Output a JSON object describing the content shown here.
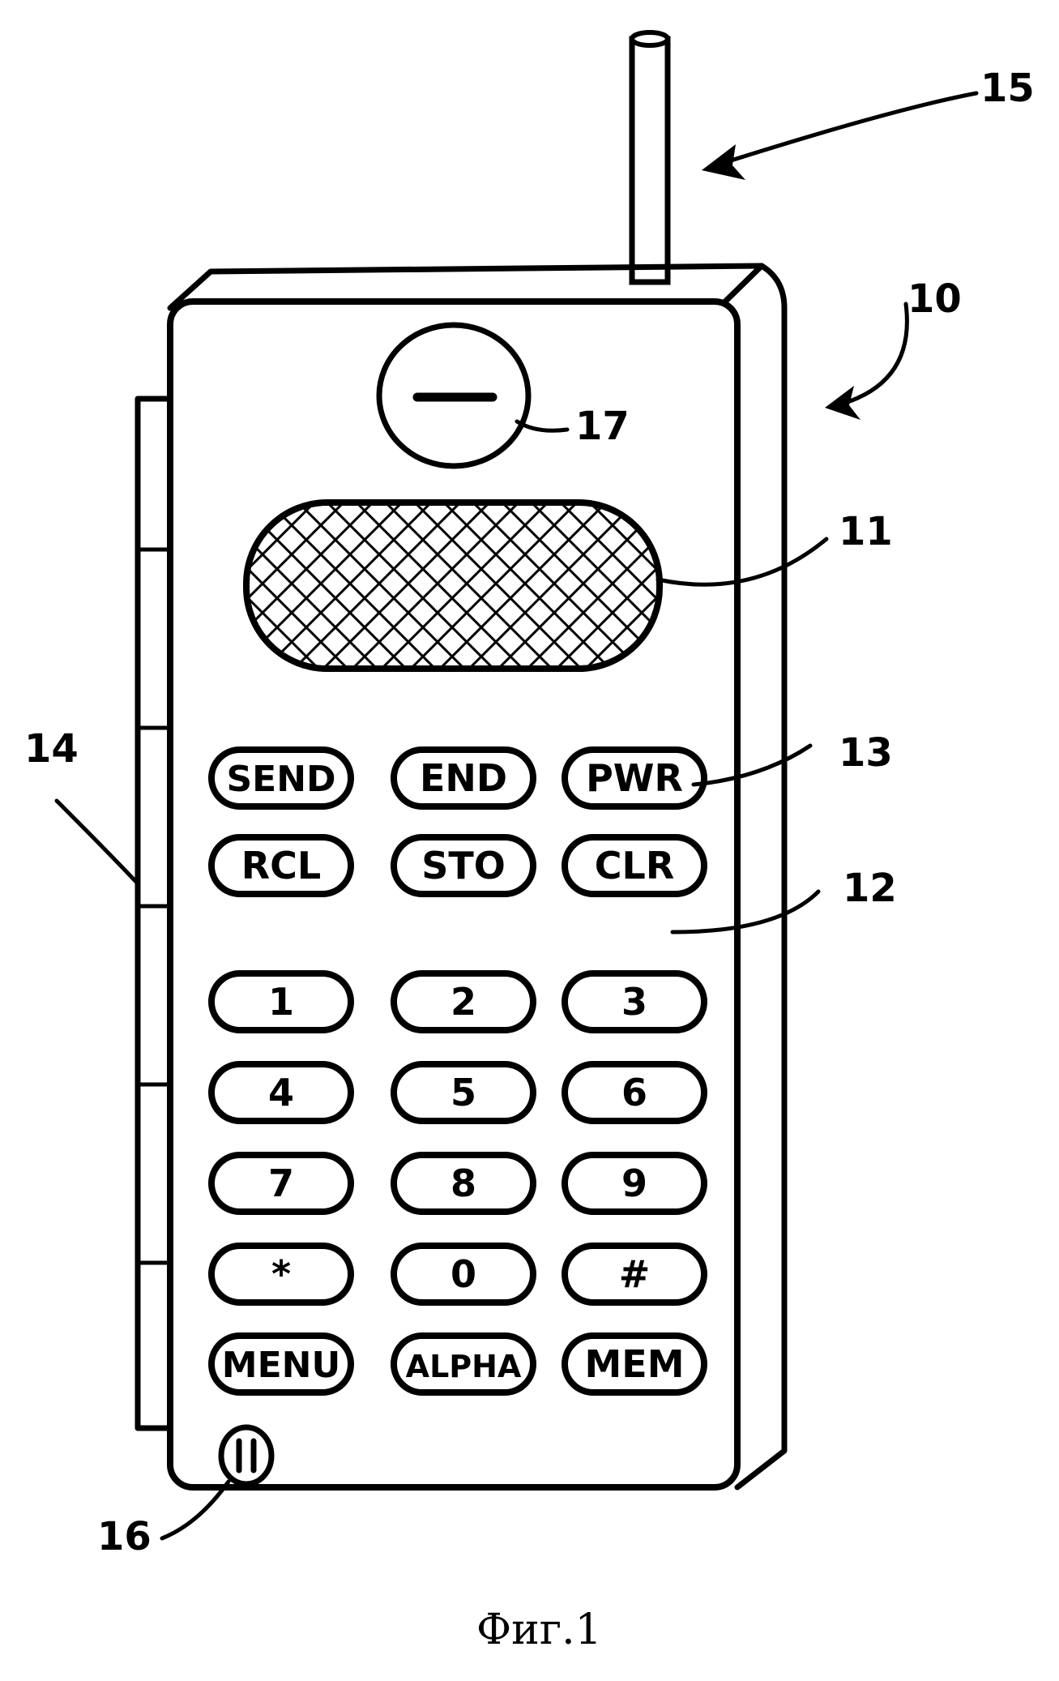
{
  "figure": {
    "caption": "Фиг.1",
    "reference_numerals": {
      "phone": "10",
      "display": "11",
      "keypad": "12",
      "function_keys": "13",
      "side_buttons": "14",
      "antenna": "15",
      "microphone": "16",
      "speaker": "17"
    }
  },
  "keys": {
    "function_rows": [
      [
        "SEND",
        "END",
        "PWR"
      ],
      [
        "RCL",
        "STO",
        "CLR"
      ]
    ],
    "digit_rows": [
      [
        "1",
        "2",
        "3"
      ],
      [
        "4",
        "5",
        "6"
      ],
      [
        "7",
        "8",
        "9"
      ],
      [
        "*",
        "0",
        "#"
      ],
      [
        "MENU",
        "ALPHA",
        "MEM"
      ]
    ]
  }
}
